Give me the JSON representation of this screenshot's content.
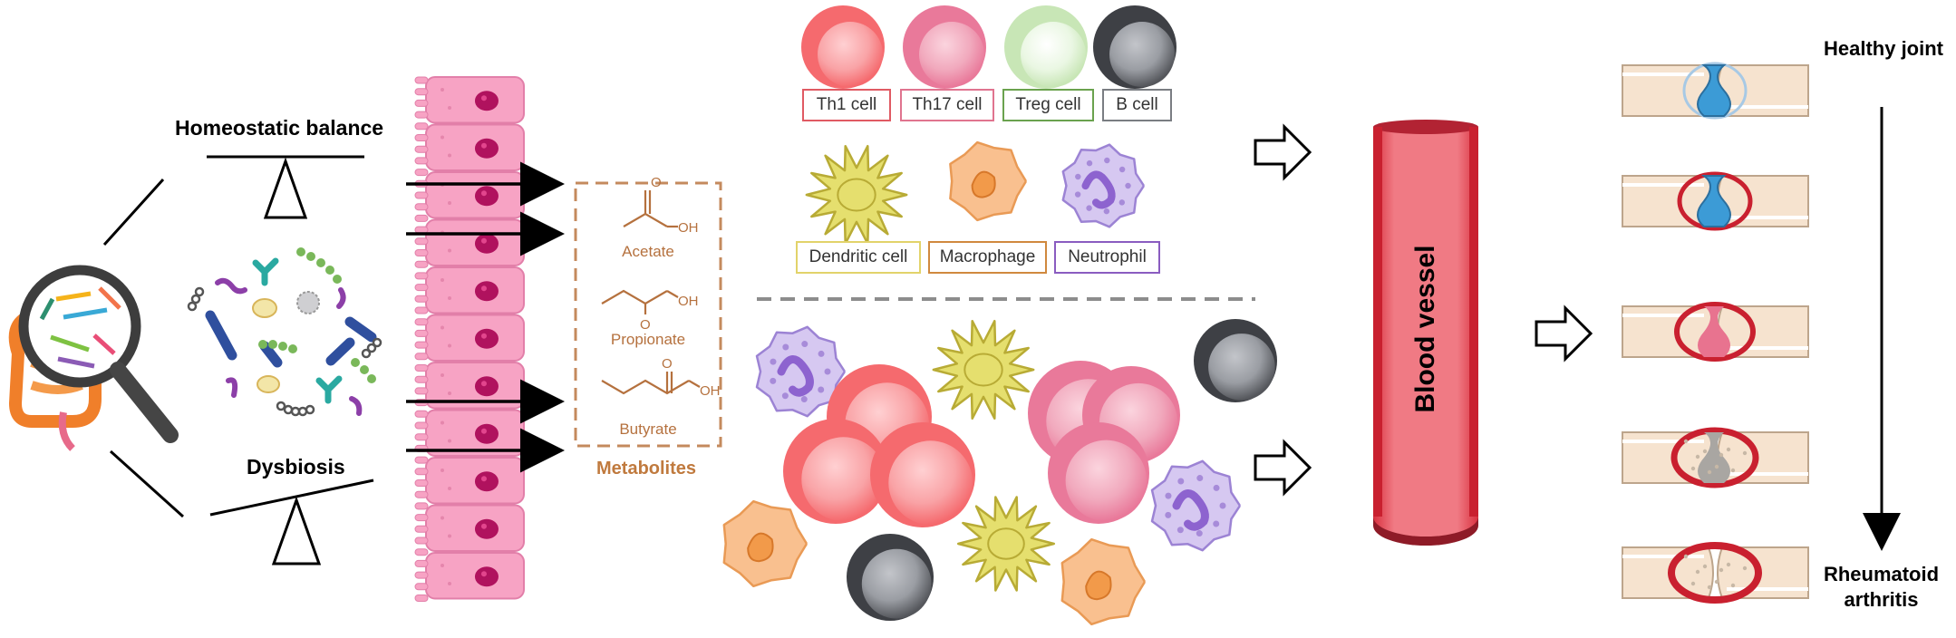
{
  "gut": {
    "homeostasis_label": "Homeostatic balance",
    "dysbiosis_label": "Dysbiosis"
  },
  "metabolites": {
    "title": "Metabolites",
    "items": [
      "Acetate",
      "Propionate",
      "Butyrate"
    ]
  },
  "immune_cells": {
    "labels": [
      "Th1 cell",
      "Th17 cell",
      "Treg cell",
      "B cell",
      "Dendritic cell",
      "Macrophage",
      "Neutrophil"
    ]
  },
  "vessel": {
    "label": "Blood vessel"
  },
  "joints": {
    "top_label": "Healthy joint",
    "bottom_label": "Rheumatoid arthritis"
  },
  "colors": {
    "th1": "#f56a6e",
    "th17": "#ef8aa6",
    "treg": "#cfeac0",
    "bcell": "#8e9095",
    "dendritic": "#e8e07a",
    "macrophage": "#f8b27a",
    "neutrophil": "#c9b6ea",
    "metabolite": "#b5713e",
    "vessel": "#e0404e",
    "cartilage": "#3c9bd6"
  }
}
